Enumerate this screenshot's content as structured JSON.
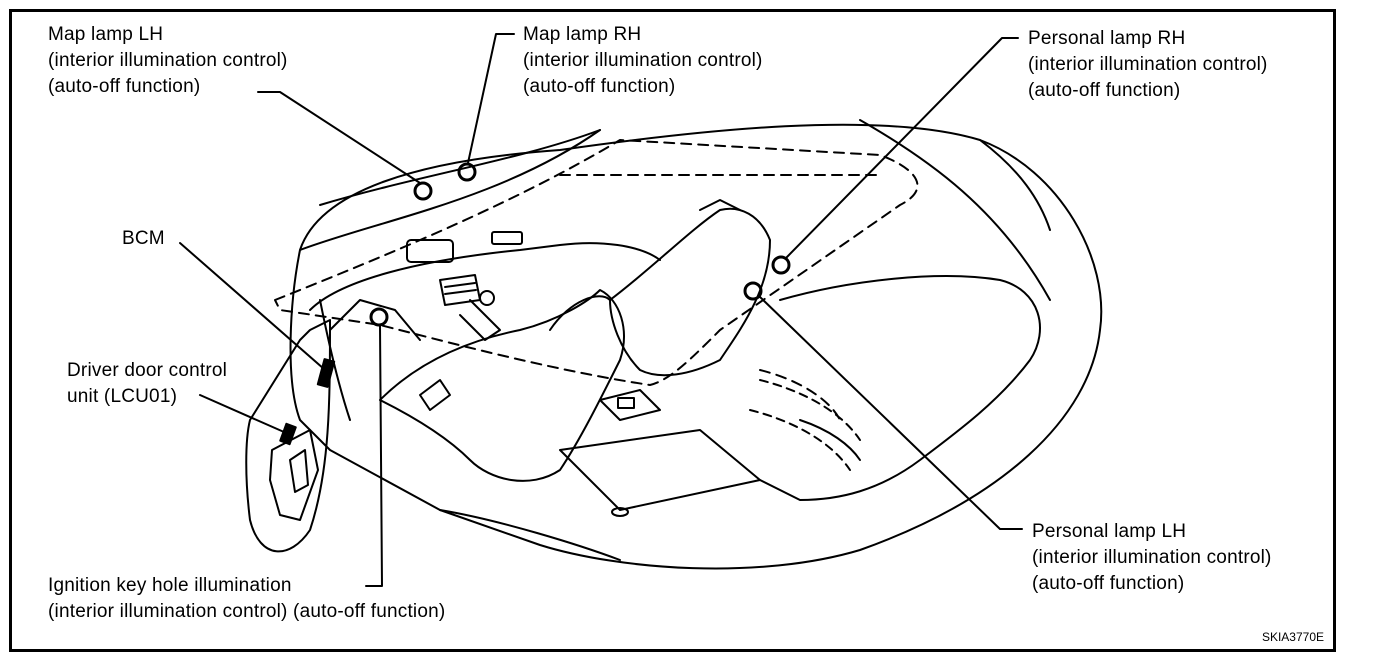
{
  "diagram": {
    "labels": {
      "map_lamp_lh": [
        "Map lamp LH",
        "(interior illumination control)",
        "(auto-off function)"
      ],
      "map_lamp_rh": [
        "Map lamp RH",
        "(interior illumination control)",
        "(auto-off function)"
      ],
      "personal_lamp_rh": [
        "Personal lamp RH",
        "(interior illumination control)",
        "(auto-off function)"
      ],
      "bcm": [
        "BCM"
      ],
      "driver_door": [
        "Driver door control",
        "unit (LCU01)"
      ],
      "ignition": [
        "Ignition key hole illumination",
        "(interior illumination control) (auto-off function)"
      ],
      "personal_lamp_lh": [
        "Personal lamp LH",
        "(interior illumination control)",
        "(auto-off function)"
      ]
    },
    "figure_code": "SKIA3770E"
  }
}
